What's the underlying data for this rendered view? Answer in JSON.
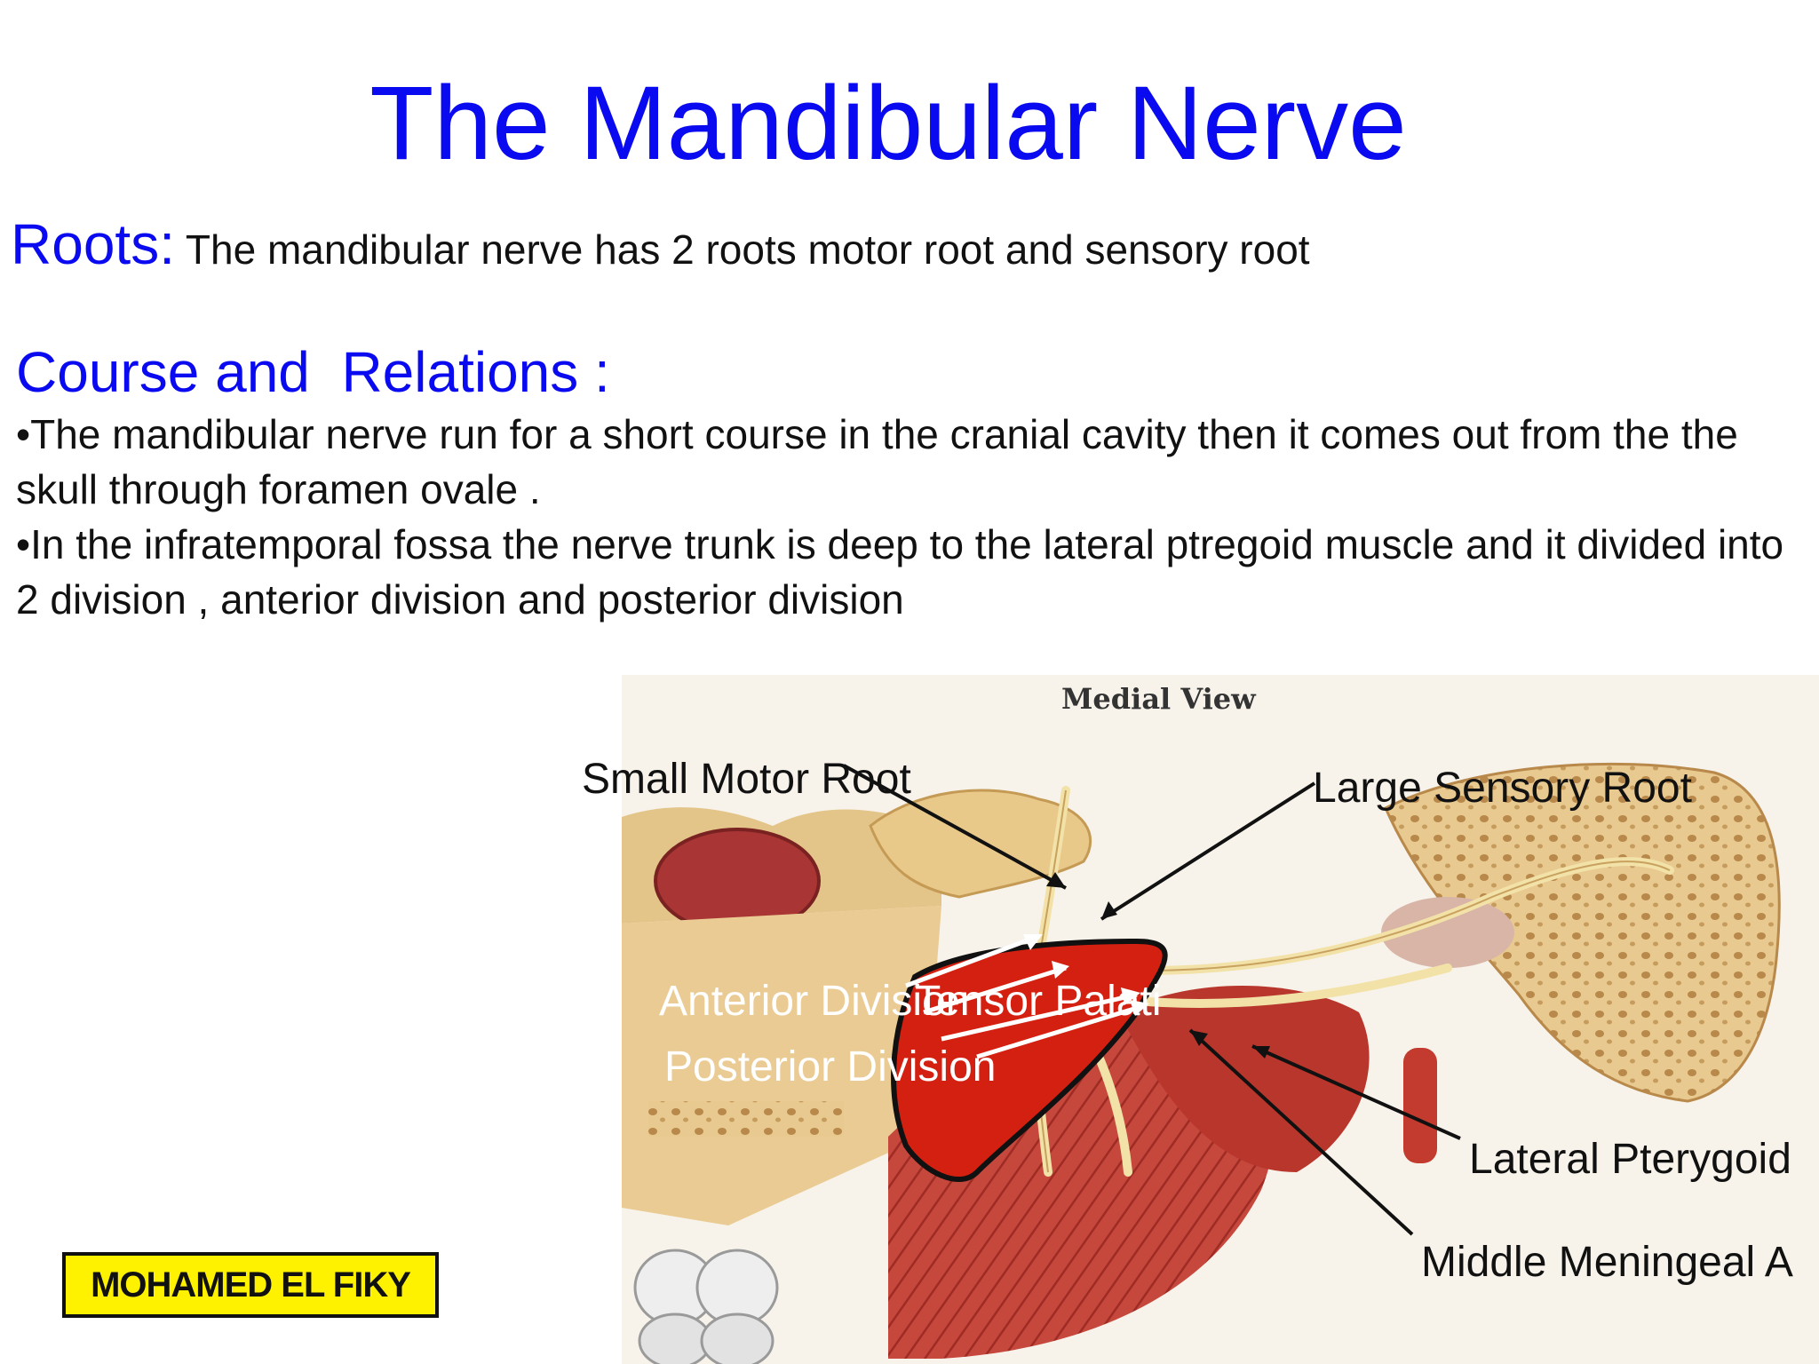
{
  "slide": {
    "title": "The Mandibular Nerve",
    "roots": {
      "label": "Roots:",
      "text": " The mandibular nerve has 2 roots motor root and sensory root"
    },
    "course": {
      "heading": "Course and  Relations :",
      "bullets": [
        "•The mandibular nerve run for a short course in the cranial cavity then it comes out from the the skull through foramen ovale .",
        "•In the infratemporal fossa the nerve trunk is deep to the lateral ptregoid muscle and it divided into 2 division , anterior division and posterior division"
      ]
    },
    "figure": {
      "view_label": "Medial View",
      "labels": {
        "small_motor_root": "Small Motor Root",
        "large_sensory_root": "Large Sensory Root",
        "anterior_division": "Anterior Division",
        "tensor_palati": "Tensor Palati",
        "posterior_division": "Posterior Division",
        "lateral_pterygoid": "Lateral Pterygoid",
        "middle_meningeal": "Middle Meningeal A"
      },
      "colors": {
        "bone": "#e8c990",
        "muscle": "#c8382e",
        "highlight": "#d42010",
        "nerve": "#f2e2a8"
      }
    },
    "author_badge": "MOHAMED EL FIKY"
  }
}
